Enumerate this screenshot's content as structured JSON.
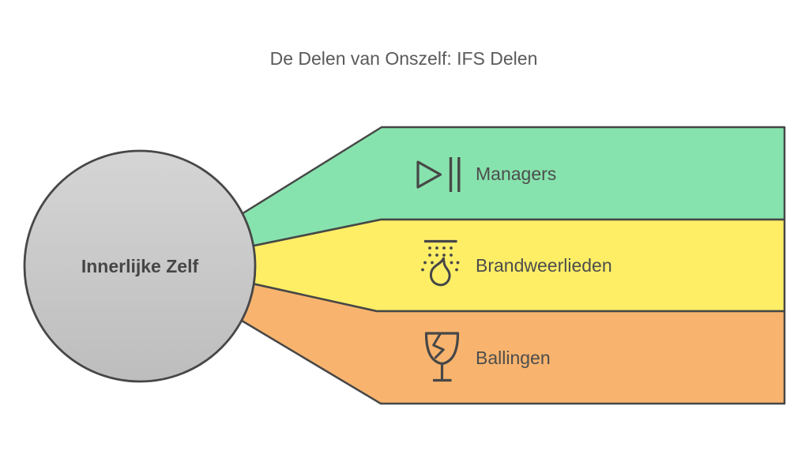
{
  "title": "De Delen van Onszelf: IFS Delen",
  "center": {
    "label": "Innerlijke Zelf"
  },
  "sections": [
    {
      "label": "Managers",
      "icon": "play-pause-icon",
      "color": "#87e3ad"
    },
    {
      "label": "Brandweerlieden",
      "icon": "sprinkler-flame-icon",
      "color": "#fdee66"
    },
    {
      "label": "Ballingen",
      "icon": "broken-glass-icon",
      "color": "#f8b46e"
    }
  ],
  "colors": {
    "stroke": "#474747",
    "label_text": "#4d4d4d",
    "title_text": "#5a5a5a",
    "center_text": "#464646",
    "circle_fill_top": "#d5d5d5",
    "circle_fill_bottom": "#bdbdbd",
    "background": "#ffffff"
  }
}
